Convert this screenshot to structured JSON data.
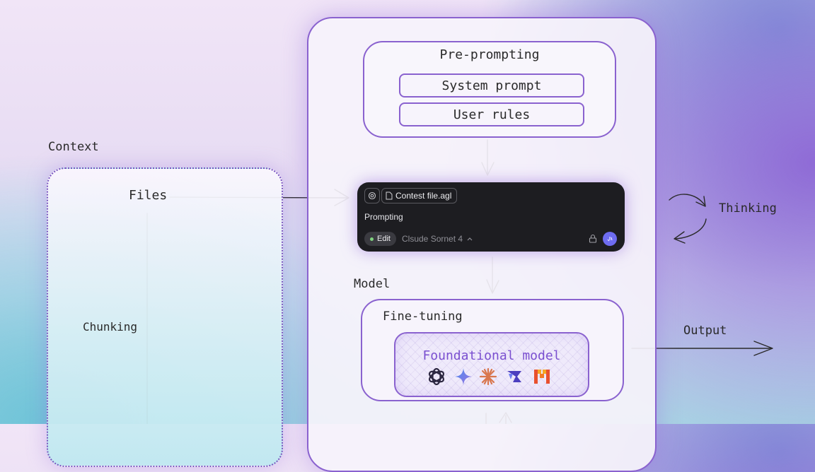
{
  "context": {
    "title": "Context",
    "files_label": "Files",
    "chunking_label": "Chunking"
  },
  "preprompting": {
    "title": "Pre-prompting",
    "items": [
      "System prompt",
      "User rules"
    ]
  },
  "prompt_card": {
    "file_chip": "Contest file.agl",
    "label": "Prompting",
    "mode": "Edit",
    "model": "Clsude Sornet 4"
  },
  "model": {
    "title": "Model",
    "finetuning": "Fine-tuning",
    "foundational": "Foundational model",
    "logos": [
      "openai-icon",
      "gemini-icon",
      "claude-icon",
      "meta-icon",
      "mistral-icon"
    ]
  },
  "thinking_label": "Thinking",
  "output_label": "Output",
  "colors": {
    "accent": "#8a62cf",
    "card": "#1d1d21",
    "avatar": "#6e6cf0"
  }
}
